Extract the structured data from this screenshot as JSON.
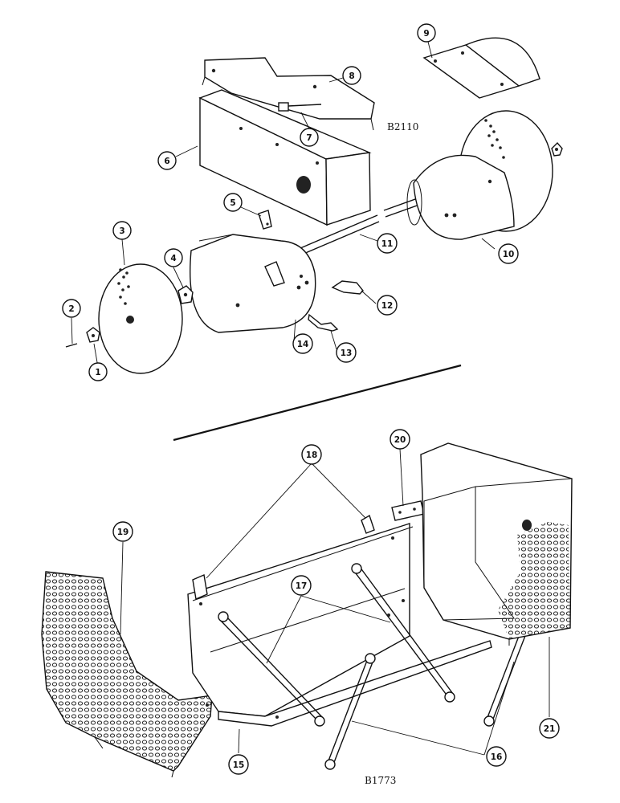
{
  "drawing_codes": {
    "top": "B2110",
    "bottom": "B1773"
  },
  "callouts": [
    "1",
    "2",
    "3",
    "4",
    "5",
    "6",
    "7",
    "8",
    "9",
    "10",
    "11",
    "12",
    "13",
    "14",
    "15",
    "16",
    "17",
    "18",
    "19",
    "20",
    "21"
  ],
  "colors": {
    "ink": "#111111",
    "paper": "#ffffff"
  }
}
